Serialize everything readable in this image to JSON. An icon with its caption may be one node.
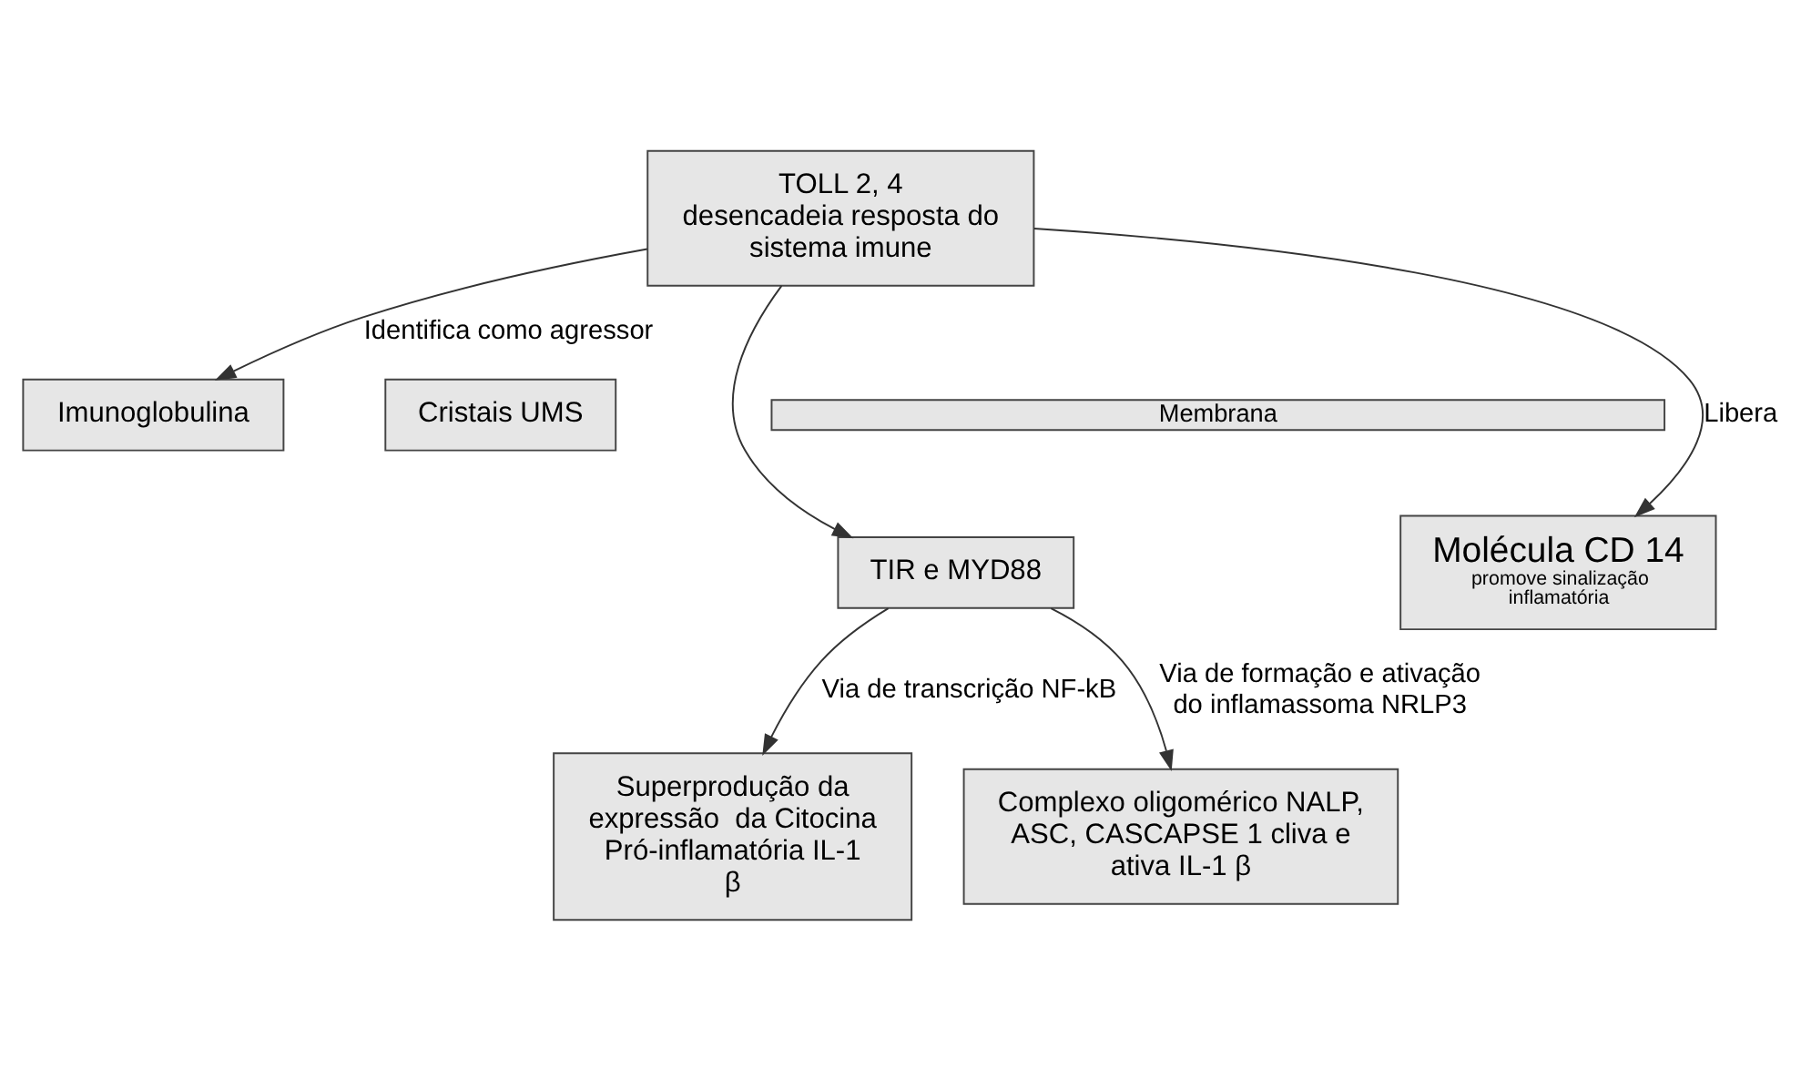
{
  "diagram": {
    "nodes": [
      {
        "text": [
          "Imunoglobulina"
        ]
      },
      {
        "text": [
          "Cristais UMS"
        ]
      },
      {
        "text": [
          "TOLL 2, 4",
          "desencadeia resposta do sistema imune"
        ]
      },
      {
        "text": [
          "Membrana"
        ]
      },
      {
        "text": [
          "TIR e MYD88"
        ]
      },
      {
        "text": [
          "Molécula CD 14",
          "promove sinalização inflamatória"
        ]
      },
      {
        "text": [
          "Superprodução da expressão  da Citocina Pró-inflamatória IL-1 β"
        ]
      },
      {
        "text": [
          "Complexo oligomérico NALP, ASC, CASCAPSE 1 cliva e ativa IL-1 β"
        ]
      }
    ],
    "edges": [
      {
        "from": 2,
        "to": 0,
        "arrow": "to",
        "label": "Identifica como agressor"
      },
      {
        "from": 2,
        "to": 4,
        "arrow": "to"
      },
      {
        "from": 2,
        "to": 5,
        "arrow": "to",
        "label": "Libera"
      },
      {
        "from": 4,
        "to": 6,
        "arrow": "to",
        "label": "Via de transcrição NF-kB"
      },
      {
        "from": 4,
        "to": 7,
        "arrow": "to",
        "label": "Via de formação e ativação do inflamassoma NRLP3"
      }
    ]
  }
}
